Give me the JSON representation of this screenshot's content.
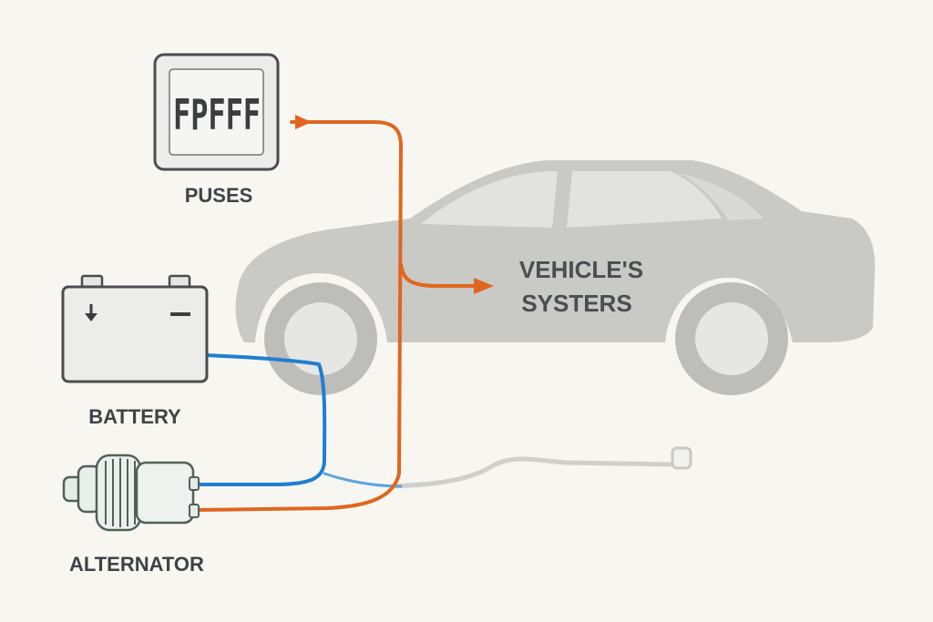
{
  "labels": {
    "fuses": "PUSES",
    "fuse_box_text": "FPFFF",
    "battery": "BATTERY",
    "battery_neg": "−",
    "alternator": "ALTERNATOR",
    "vehicle_line1": "VEHICLE'S",
    "vehicle_line2": "SYSTERS"
  },
  "colors": {
    "background": "#f7f6f1",
    "car": "#c9c9c6",
    "wire_orange": "#e0661f",
    "wire_blue": "#1f7fd0",
    "wire_gray": "#cfcfcc",
    "outline": "#4a4c4e"
  }
}
